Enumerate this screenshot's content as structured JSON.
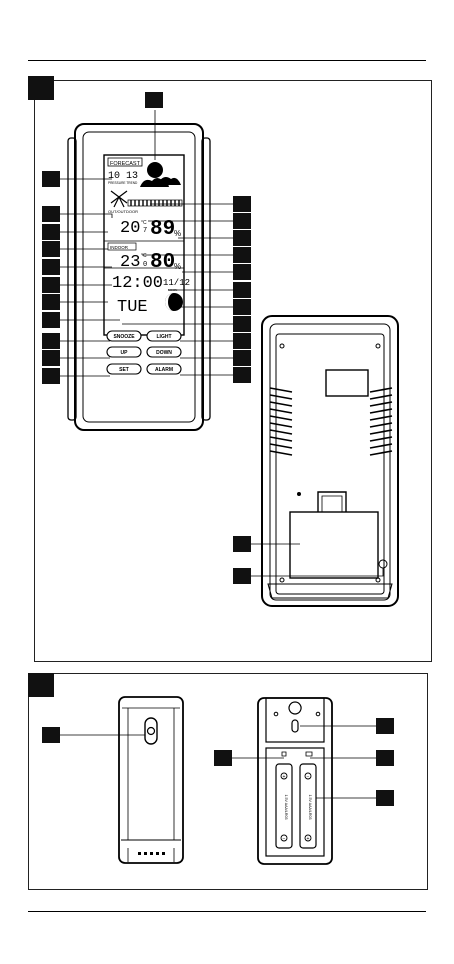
{
  "display": {
    "forecast_label": "FORECAST",
    "date_readout": "10 13",
    "date_sub": "PRESSURE TREND",
    "out_label": "OUT/OUTDOOR",
    "out_temp": "20",
    "out_temp_dec": "7",
    "out_hum": "89",
    "in_label": "INDOOR",
    "in_temp": "23",
    "in_temp_dec": "0",
    "in_hum": "80",
    "pct": "%",
    "deg": "°C",
    "time": "12:00",
    "date_small": "11/12",
    "weekday": "TUE",
    "moon_label": "MOON"
  },
  "buttons": {
    "snooze": "SNOOZE",
    "light": "LIGHT",
    "up": "UP",
    "down": "DOWN",
    "set": "SET",
    "alarm": "ALARM"
  },
  "battery": {
    "label_left": "1.5V AAA/LR03",
    "label_right": "1.5V AAA/LR03",
    "plus": "+",
    "minus": "−"
  }
}
